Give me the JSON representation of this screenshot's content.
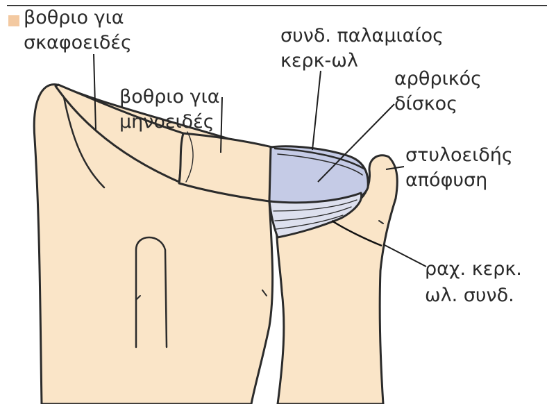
{
  "labels": {
    "scaphoid_fossa": [
      "βοθριο για",
      "σκαφοειδές"
    ],
    "lunate_fossa": [
      "βοθριο για",
      "μηνοειδές"
    ],
    "palmar_ligament": [
      "συνδ. παλαμιαίος",
      "κερκ-ωλ"
    ],
    "articular_disc": [
      "αρθρικός",
      "δίσκος"
    ],
    "styloid_process": [
      "στυλοειδής",
      "απόφυση"
    ],
    "dorsal_ligament": [
      "ραχ. κερκ.",
      "ωλ. συνδ."
    ]
  },
  "colors": {
    "bone": "#fae5c8",
    "disc": "#c5cbe6",
    "ligament": "#dde0ee",
    "outline": "#2b2b2b",
    "corner_mark": "#f3c9a1"
  }
}
